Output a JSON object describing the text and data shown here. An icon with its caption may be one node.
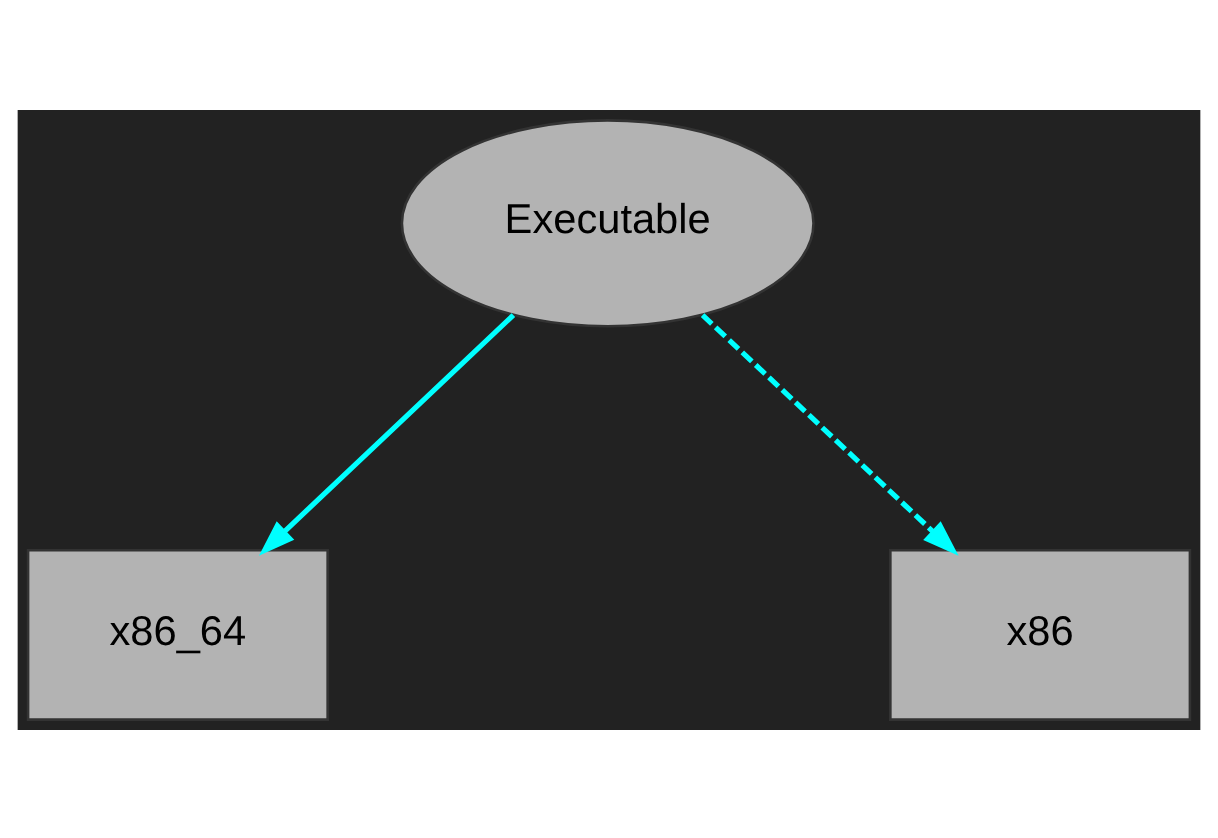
{
  "diagram": {
    "nodes": [
      {
        "text": [
          "Executable"
        ]
      },
      {
        "text": [
          "x86_64"
        ]
      },
      {
        "text": [
          "x86"
        ]
      }
    ],
    "edges": [
      {
        "from": 0,
        "to": 1,
        "arrow": "to"
      },
      {
        "from": 0,
        "to": 2,
        "arrow": "to",
        "style": "dashed"
      }
    ]
  }
}
